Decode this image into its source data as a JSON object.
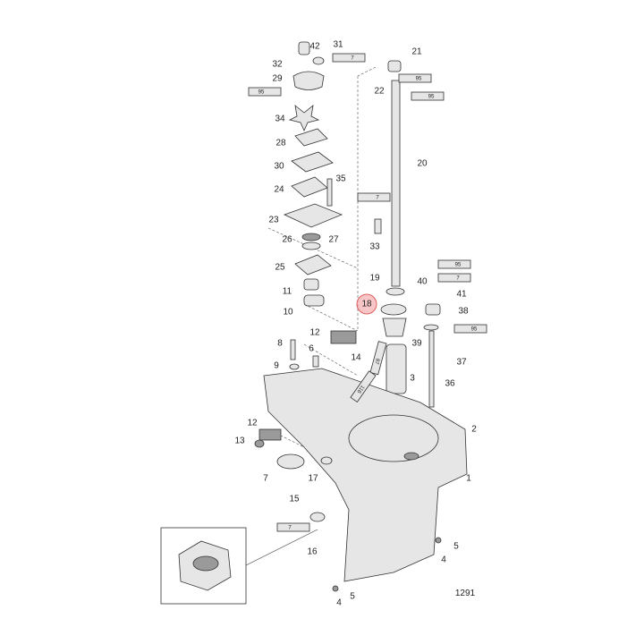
{
  "diagram_id": "1291",
  "highlight_color": "#f08080",
  "highlighted_label": "18",
  "labels": [
    "42",
    "31",
    "32",
    "21",
    "22",
    "29",
    "34",
    "28",
    "30",
    "35",
    "24",
    "20",
    "23",
    "33",
    "26",
    "27",
    "25",
    "19",
    "40",
    "41",
    "11",
    "18",
    "10",
    "38",
    "12",
    "39",
    "8",
    "6",
    "14",
    "37",
    "9",
    "3",
    "36",
    "12",
    "2",
    "13",
    "7",
    "17",
    "1",
    "15",
    "5",
    "4",
    "16",
    "5",
    "4"
  ],
  "tubes": [
    "7",
    "95",
    "95",
    "95",
    "7",
    "95",
    "7",
    "95",
    "87",
    "116",
    "7"
  ]
}
